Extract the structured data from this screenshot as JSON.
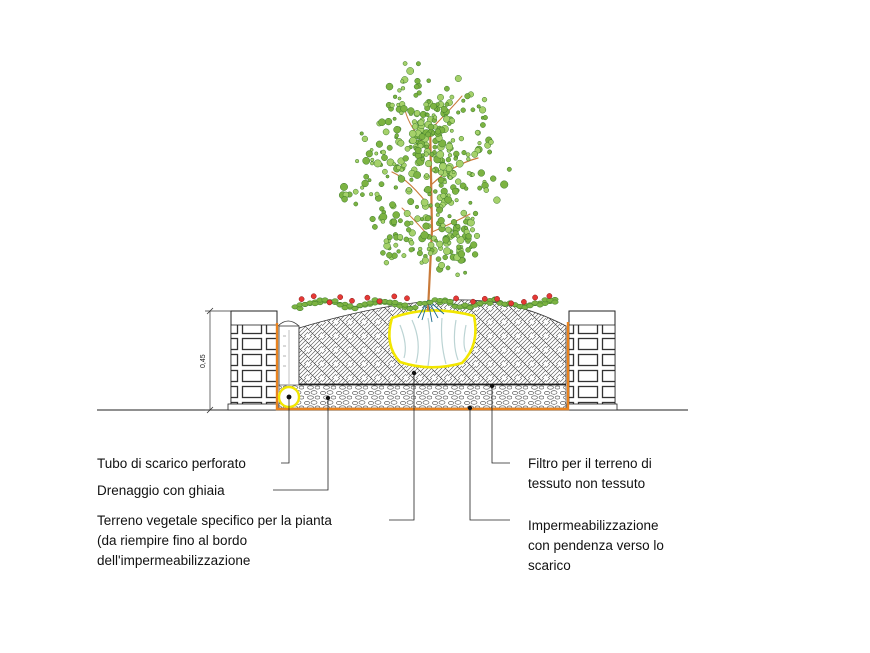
{
  "dimension": "0,45",
  "labels": {
    "tubo": "Tubo di scarico perforato",
    "drenaggio": "Drenaggio con ghiaia",
    "terreno": [
      "Terreno vegetale specifico per la pianta",
      "(da riempire fino al bordo",
      "dell'impermeabilizzazione"
    ],
    "filtro": [
      "Filtro per il terreno di",
      "tessuto non tessuto"
    ],
    "imperm": [
      "Impermeabilizzazione",
      "con pendenza verso lo",
      "scarico"
    ]
  },
  "colors": {
    "waterproofing": "#e8821e",
    "root_ball_outline": "#f2e600",
    "foliage": "#7cb342",
    "foliage_dark": "#3d7a2a",
    "trunk": "#c97a3a",
    "flower": "#e53935",
    "pipe_ring": "#f2e600"
  }
}
